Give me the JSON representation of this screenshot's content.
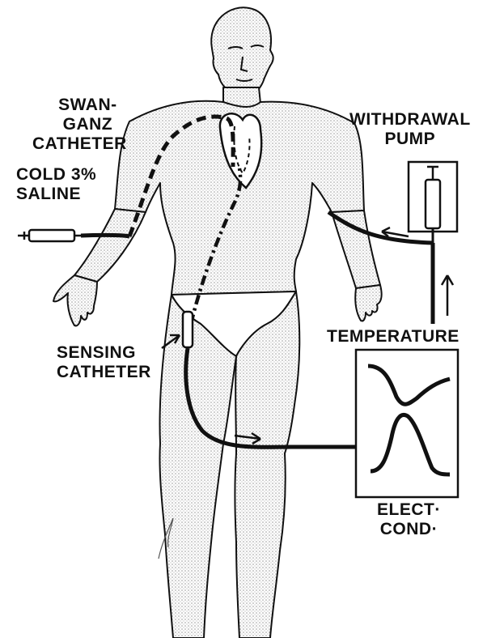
{
  "labels": {
    "swan_ganz": {
      "line1": "SWAN-",
      "line2": "GANZ",
      "line3": "CATHETER"
    },
    "saline": {
      "line1": "COLD 3%",
      "line2": "SALINE"
    },
    "withdrawal_pump": {
      "line1": "WITHDRAWAL",
      "line2": "PUMP"
    },
    "temperature": "TEMPERATURE",
    "sensing_catheter": {
      "line1": "SENSING",
      "line2": "CATHETER"
    },
    "elect_cond": {
      "line1": "ELECT·",
      "line2": "COND·"
    }
  },
  "colors": {
    "ink": "#111111",
    "stipple": "#c9c9c9",
    "paper": "#ffffff"
  }
}
